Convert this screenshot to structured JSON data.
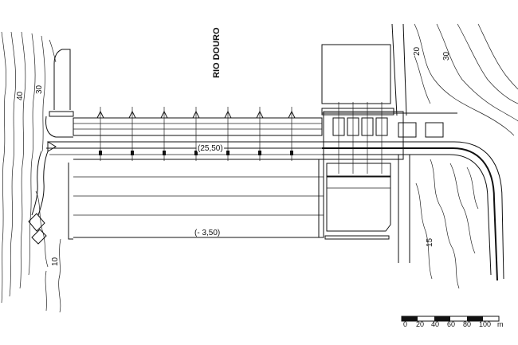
{
  "labels": {
    "river": "RIO DOURO",
    "crest_level": "(25,50)",
    "basin_level": "(- 3,50)"
  },
  "contours": {
    "c40": "40",
    "c30_left": "30",
    "c10": "10",
    "c20": "20",
    "c30_right": "30",
    "c15": "15"
  },
  "scale": {
    "t0": "0",
    "t20": "20",
    "t40": "40",
    "t60": "60",
    "t80": "80",
    "t100": "100",
    "unit": "m"
  }
}
